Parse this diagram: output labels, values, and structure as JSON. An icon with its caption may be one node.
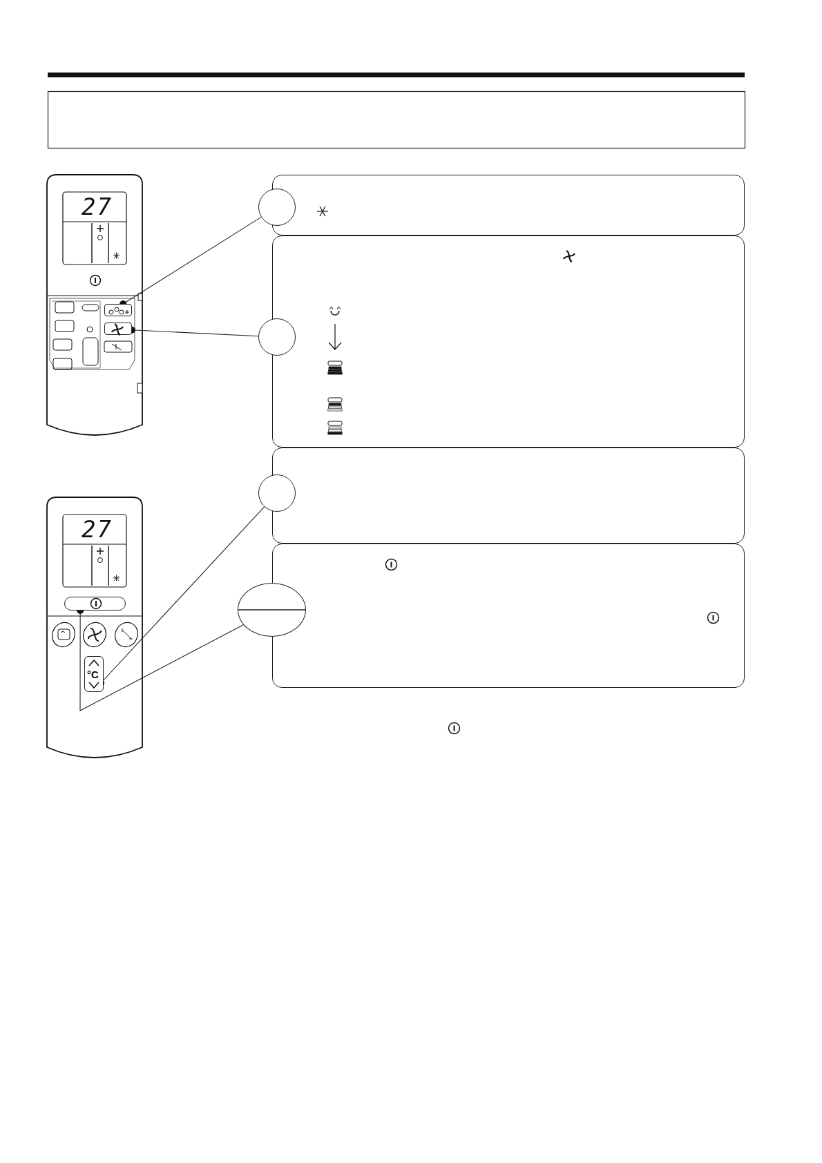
{
  "diagram": {
    "nodes": [
      {
        "text": [],
        "shape": "box"
      },
      {
        "text": [],
        "shape": "circle"
      },
      {
        "text": [],
        "shape": "box"
      },
      {
        "text": [],
        "shape": "circle"
      },
      {
        "text": [],
        "shape": "box"
      },
      {
        "text": [],
        "shape": "circle"
      },
      {
        "text": [],
        "shape": "box"
      },
      {
        "text": [],
        "shape": "circle"
      },
      {
        "text": [],
        "shape": "box"
      },
      {
        "text": [],
        "shape": "box"
      },
      {
        "text": [],
        "shape": "box"
      },
      {
        "text": [
          "°C"
        ]
      }
    ],
    "edges": [
      {
        "from": 1,
        "to": 8,
        "arrow": "other"
      },
      {
        "from": 3,
        "to": 9,
        "arrow": "other"
      },
      {
        "from": 5,
        "to": 11,
        "arrow": "other"
      },
      {
        "from": 7,
        "to": 10,
        "arrow": "other"
      }
    ],
    "labels": [
      "27",
      "27"
    ]
  }
}
